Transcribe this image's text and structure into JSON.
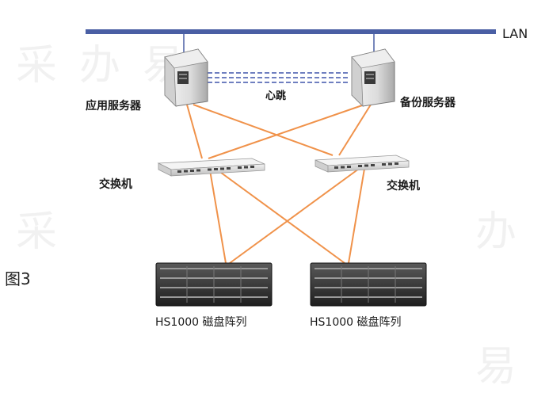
{
  "lan": {
    "label": "LAN"
  },
  "servers": {
    "app": {
      "label": "应用服务器"
    },
    "backup": {
      "label": "备份服务器"
    },
    "heartbeat": {
      "label": "心跳"
    }
  },
  "switches": {
    "left": {
      "label": "交换机"
    },
    "right": {
      "label": "交换机"
    }
  },
  "storage": {
    "left": {
      "label": "HS1000 磁盘阵列"
    },
    "right": {
      "label": "HS1000 磁盘阵列"
    }
  },
  "figure": {
    "label": "图3"
  },
  "watermark": {
    "chars": [
      "采",
      "办",
      "易",
      "采",
      "办",
      "易"
    ]
  },
  "colors": {
    "lan_bar": "#4a5fa4",
    "fiber": "#f0924a",
    "heartbeat": "#6f7fc0"
  }
}
